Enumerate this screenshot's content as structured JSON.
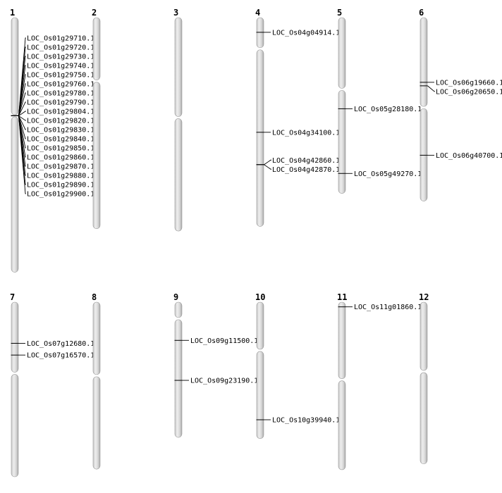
{
  "chromosomes": [
    {
      "id": "1",
      "length_mb": 43.3,
      "centromere_mb": 16.7,
      "genes": [
        {
          "name": "LOC_Os01g29710.1",
          "pos_mb": 16.7
        },
        {
          "name": "LOC_Os01g29720.1",
          "pos_mb": 16.7
        },
        {
          "name": "LOC_Os01g29730.1",
          "pos_mb": 16.7
        },
        {
          "name": "LOC_Os01g29740.1",
          "pos_mb": 16.7
        },
        {
          "name": "LOC_Os01g29750.1",
          "pos_mb": 16.7
        },
        {
          "name": "LOC_Os01g29760.1",
          "pos_mb": 16.7
        },
        {
          "name": "LOC_Os01g29780.1",
          "pos_mb": 16.7
        },
        {
          "name": "LOC_Os01g29790.1",
          "pos_mb": 16.7
        },
        {
          "name": "LOC_Os01g29804.1",
          "pos_mb": 16.7
        },
        {
          "name": "LOC_Os01g29820.1",
          "pos_mb": 16.7
        },
        {
          "name": "LOC_Os01g29830.1",
          "pos_mb": 16.7
        },
        {
          "name": "LOC_Os01g29840.1",
          "pos_mb": 16.7
        },
        {
          "name": "LOC_Os01g29850.1",
          "pos_mb": 16.7
        },
        {
          "name": "LOC_Os01g29860.1",
          "pos_mb": 16.7
        },
        {
          "name": "LOC_Os01g29870.1",
          "pos_mb": 16.7
        },
        {
          "name": "LOC_Os01g29880.1",
          "pos_mb": 16.7
        },
        {
          "name": "LOC_Os01g29890.1",
          "pos_mb": 16.7
        },
        {
          "name": "LOC_Os01g29900.1",
          "pos_mb": 16.7
        }
      ]
    },
    {
      "id": "2",
      "length_mb": 35.9,
      "centromere_mb": 10.8,
      "genes": []
    },
    {
      "id": "3",
      "length_mb": 36.3,
      "centromere_mb": 17.0,
      "genes": []
    },
    {
      "id": "4",
      "length_mb": 35.5,
      "centromere_mb": 5.3,
      "genes": [
        {
          "name": "LOC_Os04g04914.1",
          "pos_mb": 2.5
        },
        {
          "name": "LOC_Os04g34100.1",
          "pos_mb": 19.5
        },
        {
          "name": "LOC_Os04g42860.1",
          "pos_mb": 25.0
        },
        {
          "name": "LOC_Os04g42870.1",
          "pos_mb": 25.0
        }
      ]
    },
    {
      "id": "5",
      "length_mb": 29.9,
      "centromere_mb": 12.2,
      "genes": [
        {
          "name": "LOC_Os05g28180.1",
          "pos_mb": 15.5
        },
        {
          "name": "LOC_Os05g49270.1",
          "pos_mb": 26.5
        }
      ]
    },
    {
      "id": "6",
      "length_mb": 31.2,
      "centromere_mb": 15.3,
      "genes": [
        {
          "name": "LOC_Os06g19660.1",
          "pos_mb": 11.0
        },
        {
          "name": "LOC_Os06g20650.1",
          "pos_mb": 11.6
        },
        {
          "name": "LOC_Os06g40700.1",
          "pos_mb": 23.4
        }
      ]
    },
    {
      "id": "7",
      "length_mb": 29.7,
      "centromere_mb": 12.1,
      "genes": [
        {
          "name": "LOC_Os07g12680.1",
          "pos_mb": 7.0
        },
        {
          "name": "LOC_Os07g16570.1",
          "pos_mb": 9.0
        }
      ]
    },
    {
      "id": "8",
      "length_mb": 28.4,
      "centromere_mb": 12.5,
      "genes": []
    },
    {
      "id": "9",
      "length_mb": 23.0,
      "centromere_mb": 2.8,
      "genes": [
        {
          "name": "LOC_Os09g11500.1",
          "pos_mb": 6.5
        },
        {
          "name": "LOC_Os09g23190.1",
          "pos_mb": 13.3
        }
      ]
    },
    {
      "id": "10",
      "length_mb": 23.2,
      "centromere_mb": 8.2,
      "genes": [
        {
          "name": "LOC_Os10g39940.1",
          "pos_mb": 20.0
        }
      ]
    },
    {
      "id": "11",
      "length_mb": 28.5,
      "centromere_mb": 13.2,
      "genes": [
        {
          "name": "LOC_Os11g01860.1",
          "pos_mb": 0.8
        }
      ]
    },
    {
      "id": "12",
      "length_mb": 27.5,
      "centromere_mb": 11.8,
      "genes": []
    }
  ]
}
